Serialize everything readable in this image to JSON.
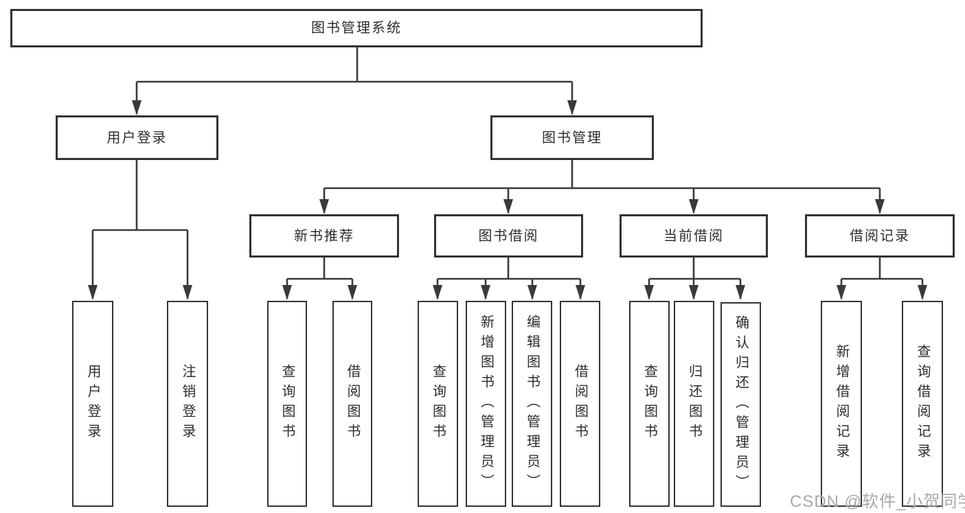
{
  "diagram": {
    "type": "tree",
    "root": {
      "label": "图书管理系统"
    },
    "level2": [
      {
        "id": "user-login",
        "label": "用户登录"
      },
      {
        "id": "book-management",
        "label": "图书管理"
      }
    ],
    "level3": [
      {
        "id": "new-book-recommend",
        "label": "新书推荐",
        "parent": "图书管理"
      },
      {
        "id": "book-borrowing",
        "label": "图书借阅",
        "parent": "图书管理"
      },
      {
        "id": "current-borrowing",
        "label": "当前借阅",
        "parent": "图书管理"
      },
      {
        "id": "borrowing-records",
        "label": "借阅记录",
        "parent": "图书管理"
      }
    ],
    "leaves": [
      {
        "id": "user-login-leaf",
        "label": "用户登录",
        "parent": "用户登录"
      },
      {
        "id": "logout",
        "label": "注销登录",
        "parent": "用户登录"
      },
      {
        "id": "query-books-recommend",
        "label": "查询图书",
        "parent": "新书推荐"
      },
      {
        "id": "borrow-books-recommend",
        "label": "借阅图书",
        "parent": "新书推荐"
      },
      {
        "id": "query-books-borrowing",
        "label": "查询图书",
        "parent": "图书借阅"
      },
      {
        "id": "add-books-admin",
        "label": "新增图书（管理员）",
        "parent": "图书借阅"
      },
      {
        "id": "edit-books-admin",
        "label": "编辑图书（管理员）",
        "parent": "图书借阅"
      },
      {
        "id": "borrow-books",
        "label": "借阅图书",
        "parent": "图书借阅"
      },
      {
        "id": "query-books-current",
        "label": "查询图书",
        "parent": "当前借阅"
      },
      {
        "id": "return-books",
        "label": "归还图书",
        "parent": "当前借阅"
      },
      {
        "id": "confirm-return-admin",
        "label": "确认归还（管理员）",
        "parent": "当前借阅"
      },
      {
        "id": "add-borrow-record",
        "label": "新增借阅记录",
        "parent": "借阅记录"
      },
      {
        "id": "query-borrow-record",
        "label": "查询借阅记录",
        "parent": "借阅记录"
      }
    ]
  },
  "watermark": {
    "text": "CSDN @软件_小贺同学"
  },
  "colors": {
    "line": "#3a3a3a",
    "box_border": "#333333",
    "text": "#2d2d2d",
    "background": "#ffffff",
    "watermark": "#9e9898"
  }
}
